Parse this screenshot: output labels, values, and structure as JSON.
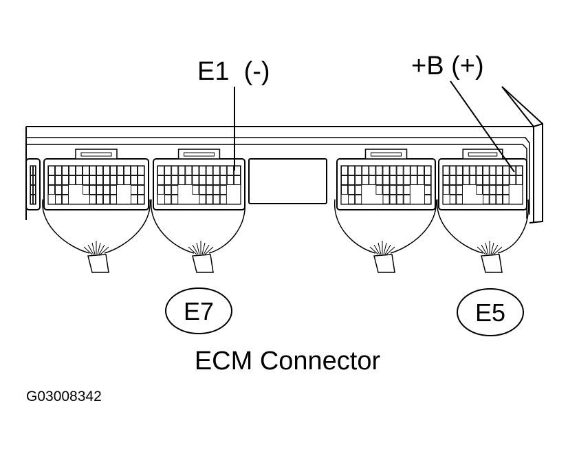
{
  "terminal_labels": {
    "e1": "E1  (-)",
    "plus_b": "+B (+)"
  },
  "connector_ids": {
    "e7": "E7",
    "e5": "E5"
  },
  "caption": "ECM Connector",
  "figure_code": "G03008342",
  "colors": {
    "ink": "#000000",
    "paper": "#ffffff"
  }
}
